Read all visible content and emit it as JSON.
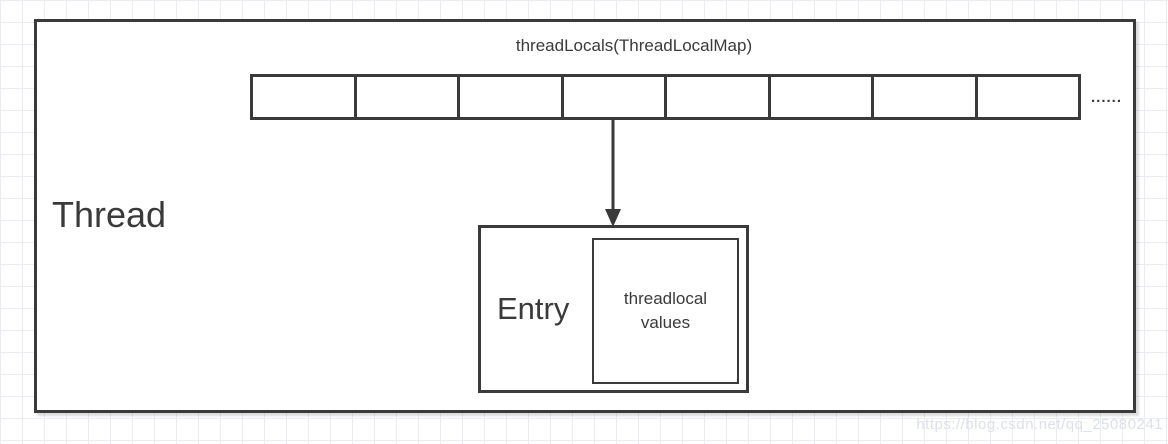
{
  "diagram": {
    "thread_label": "Thread",
    "map_title": "threadLocals(ThreadLocalMap)",
    "array": {
      "cell_count": 8,
      "ellipsis": "......"
    },
    "entry": {
      "label": "Entry",
      "values_text": "threadlocal\nvalues"
    },
    "watermark": "https://blog.csdn.net/qq_25080241",
    "colors": {
      "line": "#3a3a3a",
      "grid": "#ebecf1",
      "background": "#ffffff",
      "watermark": "#dde0e8"
    }
  }
}
